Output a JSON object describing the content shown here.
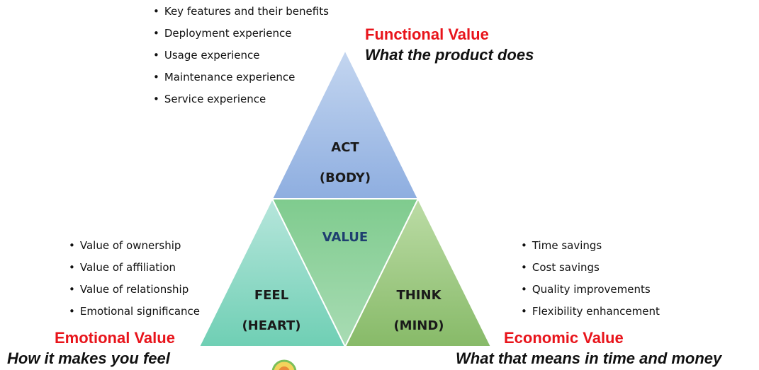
{
  "functional": {
    "title": "Functional Value",
    "subtitle": "What the product does",
    "items": [
      "Key features and their benefits",
      "Deployment experience",
      "Usage experience",
      "Maintenance experience",
      "Service experience"
    ]
  },
  "emotional": {
    "title": "Emotional Value",
    "subtitle": "How it makes you feel",
    "items": [
      "Value of ownership",
      "Value of affiliation",
      "Value of relationship",
      "Emotional significance"
    ]
  },
  "economic": {
    "title": "Economic Value",
    "subtitle": "What that means in time and money",
    "items": [
      "Time savings",
      "Cost savings",
      "Quality improvements",
      "Flexibility enhancement"
    ]
  },
  "pyramid": {
    "top": {
      "line1": "ACT",
      "line2": "(BODY)",
      "color": "#96b4e0"
    },
    "center": {
      "label": "VALUE",
      "color": "#8ccf9b"
    },
    "left": {
      "line1": "FEEL",
      "line2": "(HEART)",
      "color": "#86d5c2"
    },
    "right": {
      "line1": "THINK",
      "line2": "(MIND)",
      "color": "#9fc785"
    }
  },
  "colors": {
    "accent": "#e8141b",
    "outline": "#ffffff"
  }
}
